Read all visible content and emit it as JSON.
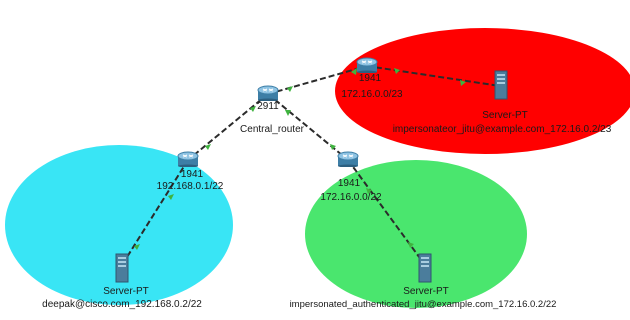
{
  "colors": {
    "zone_red": "#ff0000",
    "zone_cyan": "#39e5f5",
    "zone_green": "#4ae66e",
    "link": "#2b2b2b",
    "link_ok": "#3fb33f",
    "router_body": "#4a8fb8",
    "server_body": "#4b7d9c"
  },
  "routers": {
    "central": {
      "model": "2911",
      "name": "Central_router"
    },
    "r_top": {
      "model": "1941",
      "subnet": "172.16.0.0/23"
    },
    "r_left": {
      "model": "1941",
      "subnet": "192.168.0.1/22"
    },
    "r_mid": {
      "model": "1941",
      "subnet": "172.16.0.0/22"
    }
  },
  "servers": {
    "s_top": {
      "type": "Server-PT",
      "label": "impersonateor_jitu@example.com_172.16.0.2/23"
    },
    "s_left": {
      "type": "Server-PT",
      "label": "deepak@cisco.com_192.168.0.2/22"
    },
    "s_mid": {
      "type": "Server-PT",
      "label": "impersonated_authenticated_jitu@example.com_172.16.0.2/22"
    }
  }
}
